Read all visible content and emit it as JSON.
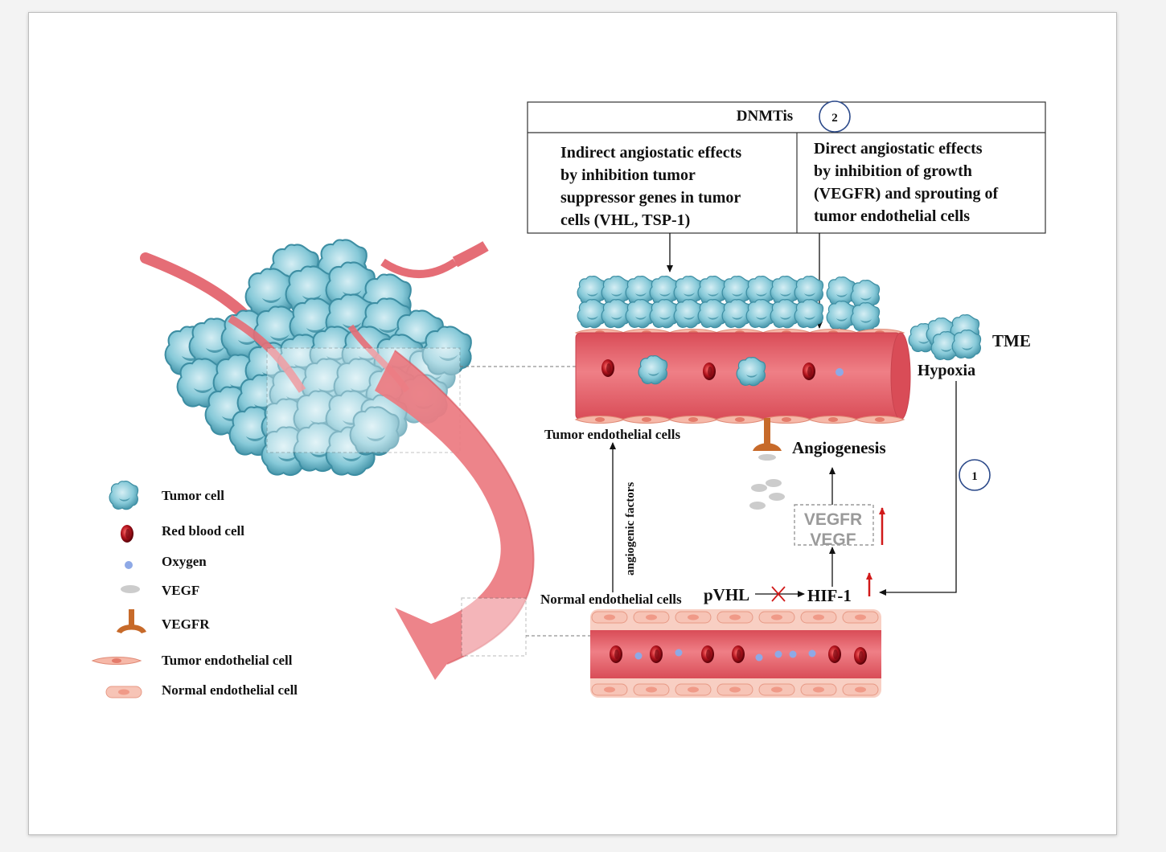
{
  "dnmtis": {
    "title": "DNMTis",
    "step": "2"
  },
  "indirect_box": {
    "lines": [
      "Indirect angiostatic effects",
      "by inhibition tumor",
      "suppressor genes in tumor",
      "cells (VHL, TSP-1)"
    ]
  },
  "direct_box": {
    "lines": [
      "Direct angiostatic effects",
      "by inhibition of growth",
      "(VEGFR) and sprouting of",
      "tumor endothelial cells"
    ]
  },
  "tme": {
    "label": "TME",
    "hypoxia": "Hypoxia",
    "step": "1"
  },
  "labels": {
    "tumor_endothelial_cells": "Tumor endothelial cells",
    "normal_endothelial_cells": "Normal endothelial cells",
    "angiogenesis": "Angiogenesis",
    "angiogenic_factors": "angiogenic factors",
    "pvhl": "pVHL",
    "hif1": "HIF-1",
    "vegfr": "VEGFR",
    "vegf": "VEGF"
  },
  "legend": [
    {
      "icon": "tumor-cell",
      "label": "Tumor cell"
    },
    {
      "icon": "red-blood-cell",
      "label": "Red blood cell"
    },
    {
      "icon": "oxygen",
      "label": "Oxygen"
    },
    {
      "icon": "vegf",
      "label": "VEGF"
    },
    {
      "icon": "vegfr",
      "label": "VEGFR"
    },
    {
      "icon": "tumor-endothelial-cell",
      "label": "Tumor endothelial cell"
    },
    {
      "icon": "normal-endothelial-cell",
      "label": "Normal endothelial cell"
    }
  ],
  "colors": {
    "tumor_cell": "#7fc3d3",
    "tumor_cell_dark": "#3d8ea3",
    "vessel": "#e56d76",
    "vessel_wall": "#f3b5a8",
    "rbc": "#b3141e",
    "oxygen": "#8ea9e6",
    "vegf": "#cccccc",
    "vegfr": "#c76a2a",
    "up_arrow": "#d11a1a"
  }
}
